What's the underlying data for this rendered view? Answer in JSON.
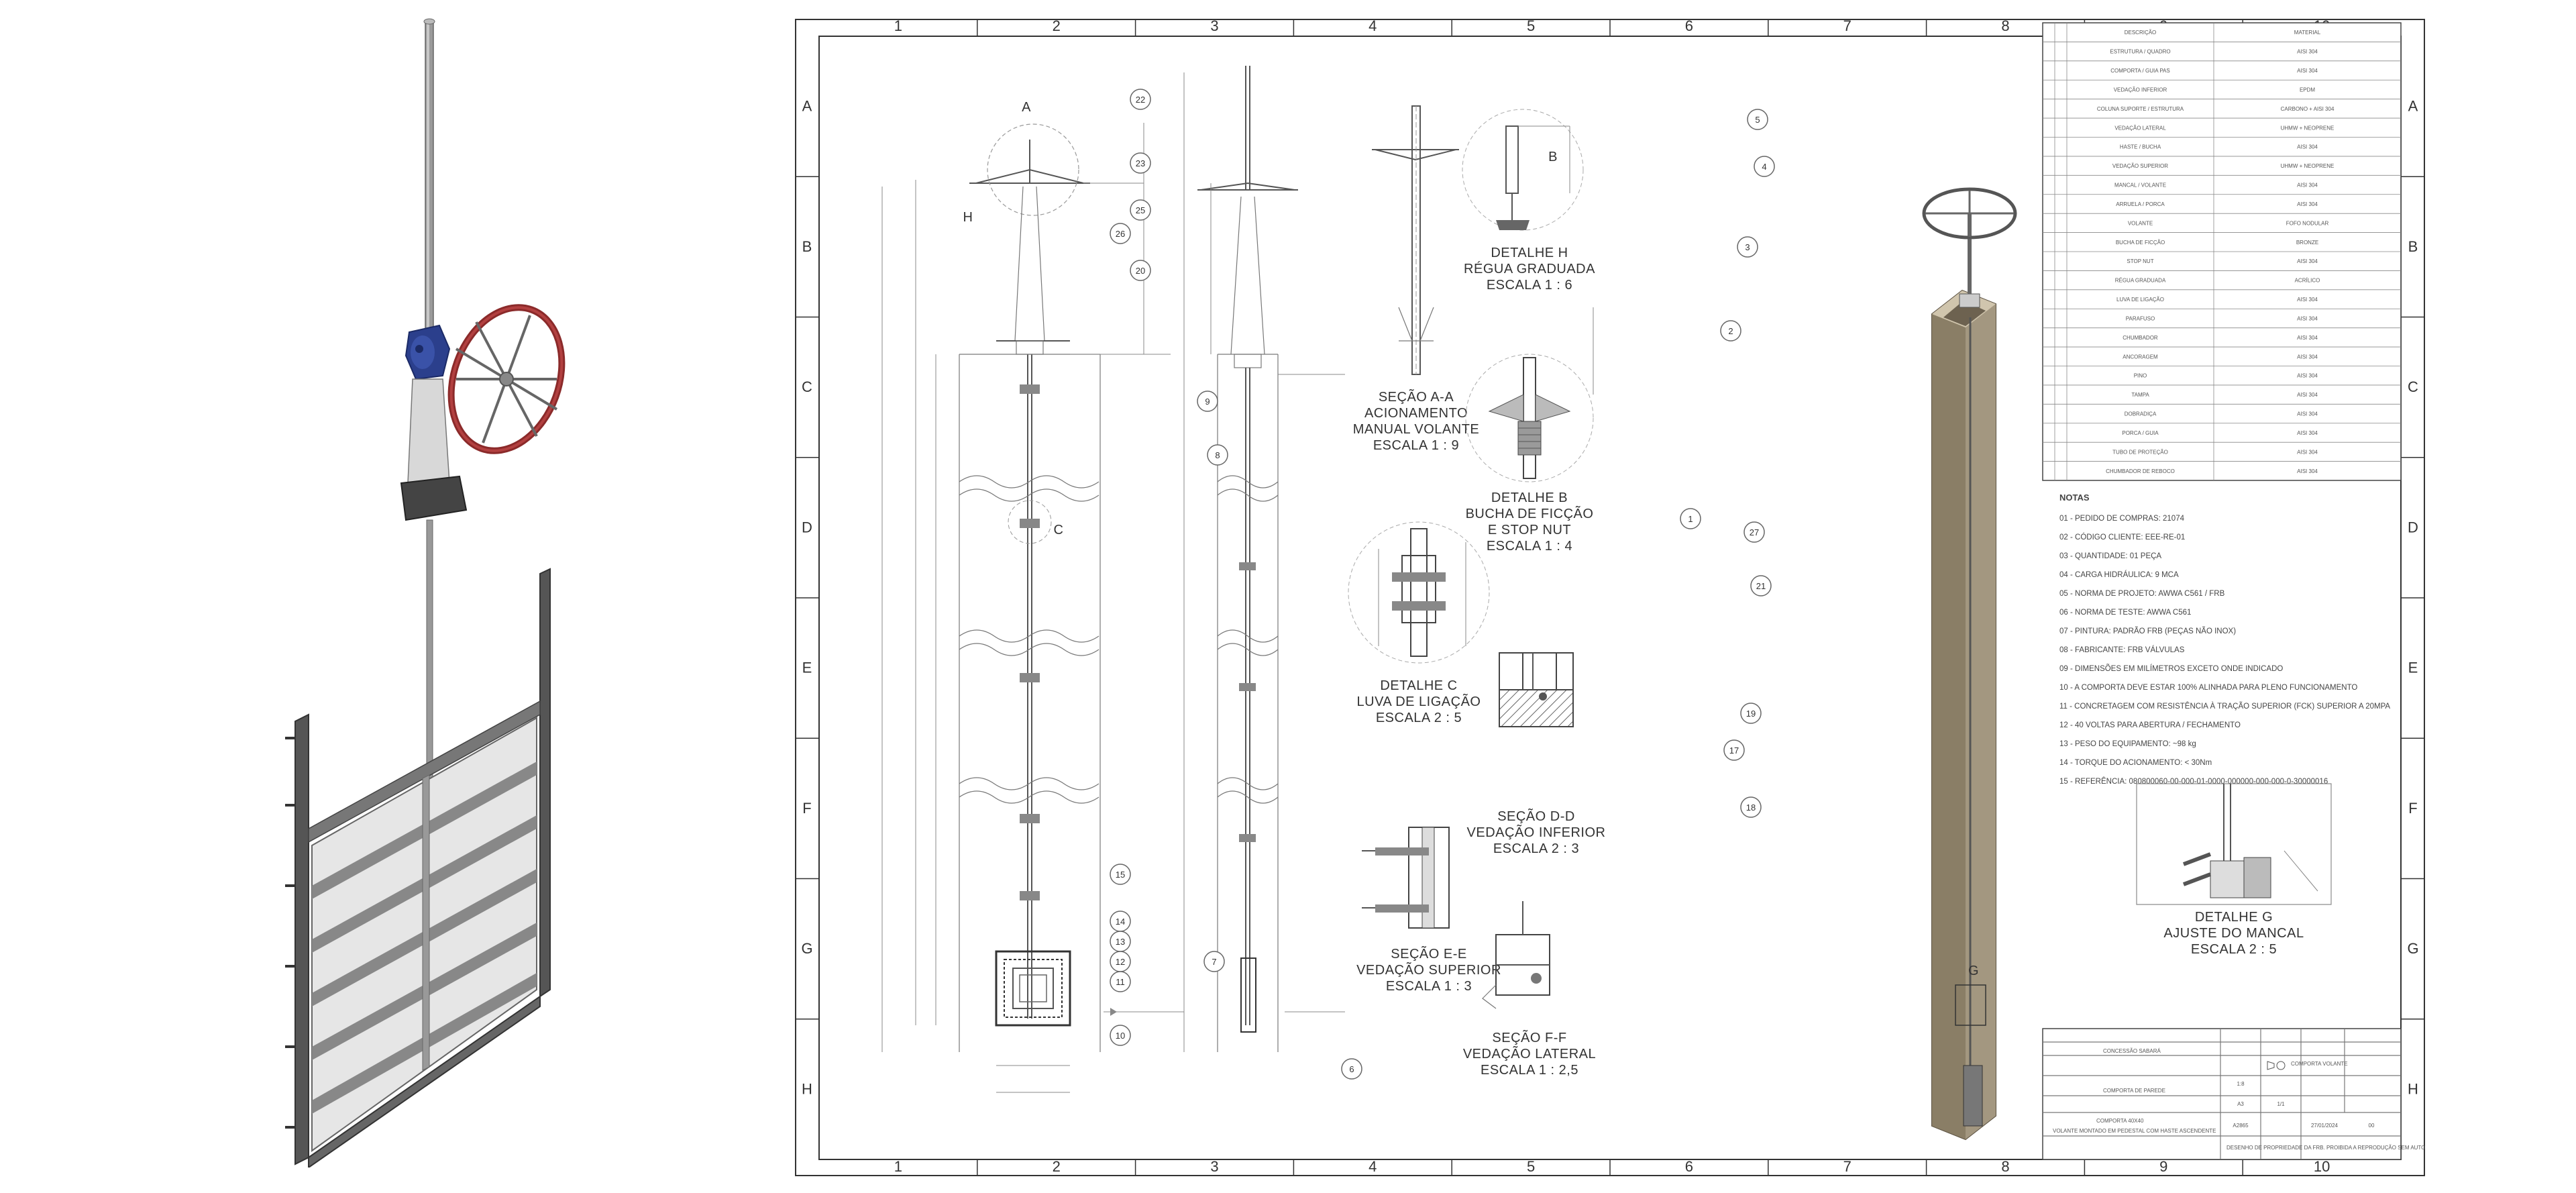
{
  "zones": {
    "cols": [
      "1",
      "2",
      "3",
      "4",
      "5",
      "6",
      "7",
      "8",
      "9",
      "10"
    ],
    "rows": [
      "A",
      "B",
      "C",
      "D",
      "E",
      "F",
      "G",
      "H"
    ]
  },
  "views": {
    "section_aa": [
      "SEÇÃO A-A",
      "ACIONAMENTO",
      "MANUAL VOLANTE",
      "ESCALA 1 : 9"
    ],
    "detail_h": [
      "DETALHE H",
      "RÉGUA GRADUADA",
      "ESCALA 1 : 6"
    ],
    "detail_b": [
      "DETALHE B",
      "BUCHA DE FICÇÃO",
      "E STOP NUT",
      "ESCALA 1 : 4"
    ],
    "detail_c": [
      "DETALHE C",
      "LUVA DE LIGAÇÃO",
      "ESCALA 2 : 5"
    ],
    "section_dd": [
      "SEÇÃO D-D",
      "VEDAÇÃO INFERIOR",
      "ESCALA 2 : 3"
    ],
    "section_ee": [
      "SEÇÃO E-E",
      "VEDAÇÃO SUPERIOR",
      "ESCALA 1 : 3"
    ],
    "section_ff": [
      "SEÇÃO F-F",
      "VEDAÇÃO LATERAL",
      "ESCALA 1 : 2,5"
    ],
    "detail_g": [
      "DETALHE G",
      "AJUSTE DO MANCAL",
      "ESCALA 2 : 5"
    ]
  },
  "view_letters": {
    "a": "A",
    "h": "H",
    "c": "C",
    "b": "B",
    "g": "G"
  },
  "notes": {
    "title": "NOTAS",
    "items": [
      "01 - PEDIDO DE COMPRAS: 21074",
      "02 - CÓDIGO CLIENTE: EEE-RE-01",
      "03 - QUANTIDADE: 01 PEÇA",
      "04 - CARGA HIDRÁULICA: 9 MCA",
      "05 - NORMA DE PROJETO: AWWA C561 / FRB",
      "06 - NORMA DE TESTE: AWWA C561",
      "07 - PINTURA: PADRÃO FRB (PEÇAS NÃO INOX)",
      "08 - FABRICANTE: FRB VÁLVULAS",
      "09 - DIMENSÕES EM MILÍMETROS EXCETO ONDE INDICADO",
      "10 - A COMPORTA DEVE ESTAR 100% ALINHADA PARA PLENO FUNCIONAMENTO",
      "11 - CONCRETAGEM COM RESISTÊNCIA À TRAÇÃO SUPERIOR (FCK) SUPERIOR A 20MPA",
      "12 - 40 VOLTAS PARA ABERTURA / FECHAMENTO",
      "13 - PESO DO EQUIPAMENTO: ~98 kg",
      "14 - TORQUE DO ACIONAMENTO: < 30Nm",
      "15 - REFERÊNCIA: 080800060-00-000-01-0000-000000-000-000-0-30000016"
    ]
  },
  "bom_rows": [
    [
      "",
      "",
      "DESCRIÇÃO",
      "MATERIAL"
    ],
    [
      "",
      "",
      "ESTRUTURA / QUADRO",
      "AISI 304"
    ],
    [
      "",
      "",
      "COMPORTA / GUIA PAS",
      "AISI 304"
    ],
    [
      "",
      "",
      "VEDAÇÃO INFERIOR",
      "EPDM"
    ],
    [
      "",
      "",
      "COLUNA SUPORTE / ESTRUTURA",
      "CARBONO + AISI 304"
    ],
    [
      "",
      "",
      "VEDAÇÃO LATERAL",
      "UHMW + NEOPRENE"
    ],
    [
      "",
      "",
      "HASTE / BUCHA",
      "AISI 304"
    ],
    [
      "",
      "",
      "VEDAÇÃO SUPERIOR",
      "UHMW + NEOPRENE"
    ],
    [
      "",
      "",
      "MANCAL / VOLANTE",
      "AISI 304"
    ],
    [
      "",
      "",
      "ARRUELA / PORCA",
      "AISI 304"
    ],
    [
      "",
      "",
      "VOLANTE",
      "FOFO NODULAR"
    ],
    [
      "",
      "",
      "BUCHA DE FICÇÃO",
      "BRONZE"
    ],
    [
      "",
      "",
      "STOP NUT",
      "AISI 304"
    ],
    [
      "",
      "",
      "RÉGUA GRADUADA",
      "ACRÍLICO"
    ],
    [
      "",
      "",
      "LUVA DE LIGAÇÃO",
      "AISI 304"
    ],
    [
      "",
      "",
      "PARAFUSO",
      "AISI 304"
    ],
    [
      "",
      "",
      "CHUMBADOR",
      "AISI 304"
    ],
    [
      "",
      "",
      "ANCORAGEM",
      "AISI 304"
    ],
    [
      "",
      "",
      "PINO",
      "AISI 304"
    ],
    [
      "",
      "",
      "TAMPA",
      "AISI 304"
    ],
    [
      "",
      "",
      "DOBRADIÇA",
      "AISI 304"
    ],
    [
      "",
      "",
      "PORCA / GUIA",
      "AISI 304"
    ],
    [
      "",
      "",
      "TUBO DE PROTEÇÃO",
      "AISI 304"
    ],
    [
      "",
      "",
      "CHUMBADOR DE REBOCO",
      "AISI 304"
    ]
  ],
  "title_block": {
    "project": "COMPORTA VOLANTE",
    "client": "CONCESSÃO SABARÁ",
    "equipment": "COMPORTA DE PAREDE",
    "description": "COMPORTA 40X40",
    "description2": "VOLANTE MONTADO EM PEDESTAL COM HASTE ASCENDENTE",
    "scale": "1:8",
    "sheet": "1/1",
    "size": "A3",
    "date": "27/01/2024",
    "rev": "00",
    "drawing_no": "A2865",
    "legal": "DESENHO DE PROPRIEDADE DA FRB. PROIBIDA A REPRODUÇÃO SEM AUTORIZAÇÃO"
  },
  "balloons": [
    "22",
    "23",
    "25",
    "26",
    "20",
    "15",
    "14",
    "13",
    "12",
    "11",
    "10",
    "9",
    "8",
    "7",
    "6",
    "5",
    "4",
    "3",
    "2",
    "1",
    "27",
    "21",
    "19",
    "17",
    "18"
  ]
}
